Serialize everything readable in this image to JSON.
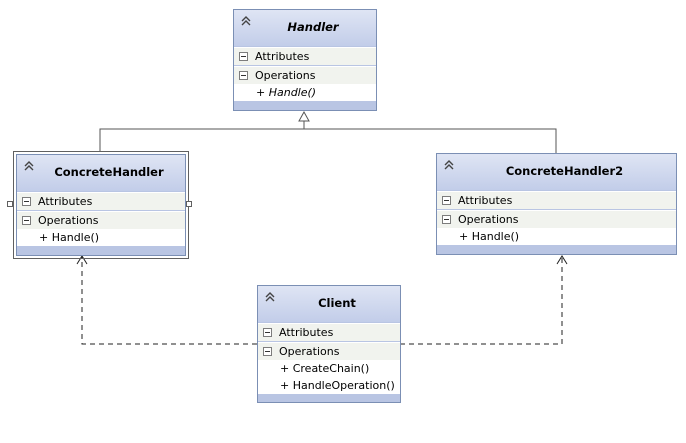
{
  "classes": {
    "handler": {
      "name": "Handler",
      "attributes_label": "Attributes",
      "operations_label": "Operations",
      "operations": [
        "+ Handle()"
      ]
    },
    "concrete_handler": {
      "name": "ConcreteHandler",
      "attributes_label": "Attributes",
      "operations_label": "Operations",
      "operations": [
        "+ Handle()"
      ]
    },
    "concrete_handler2": {
      "name": "ConcreteHandler2",
      "attributes_label": "Attributes",
      "operations_label": "Operations",
      "operations": [
        "+ Handle()"
      ]
    },
    "client": {
      "name": "Client",
      "attributes_label": "Attributes",
      "operations_label": "Operations",
      "operations": [
        "+ CreateChain()",
        "+ HandleOperation()"
      ]
    }
  },
  "relationships": [
    {
      "type": "inheritance",
      "from": "ConcreteHandler",
      "to": "Handler"
    },
    {
      "type": "inheritance",
      "from": "ConcreteHandler2",
      "to": "Handler"
    },
    {
      "type": "dependency",
      "from": "Client",
      "to": "ConcreteHandler"
    },
    {
      "type": "dependency",
      "from": "Client",
      "to": "ConcreteHandler2"
    }
  ],
  "colors": {
    "header_gradient_top": "#dfe5f4",
    "header_gradient_bottom": "#c2cde9",
    "border": "#7b8fb4",
    "section_bg": "#f1f3ee",
    "connector": "#404040"
  }
}
